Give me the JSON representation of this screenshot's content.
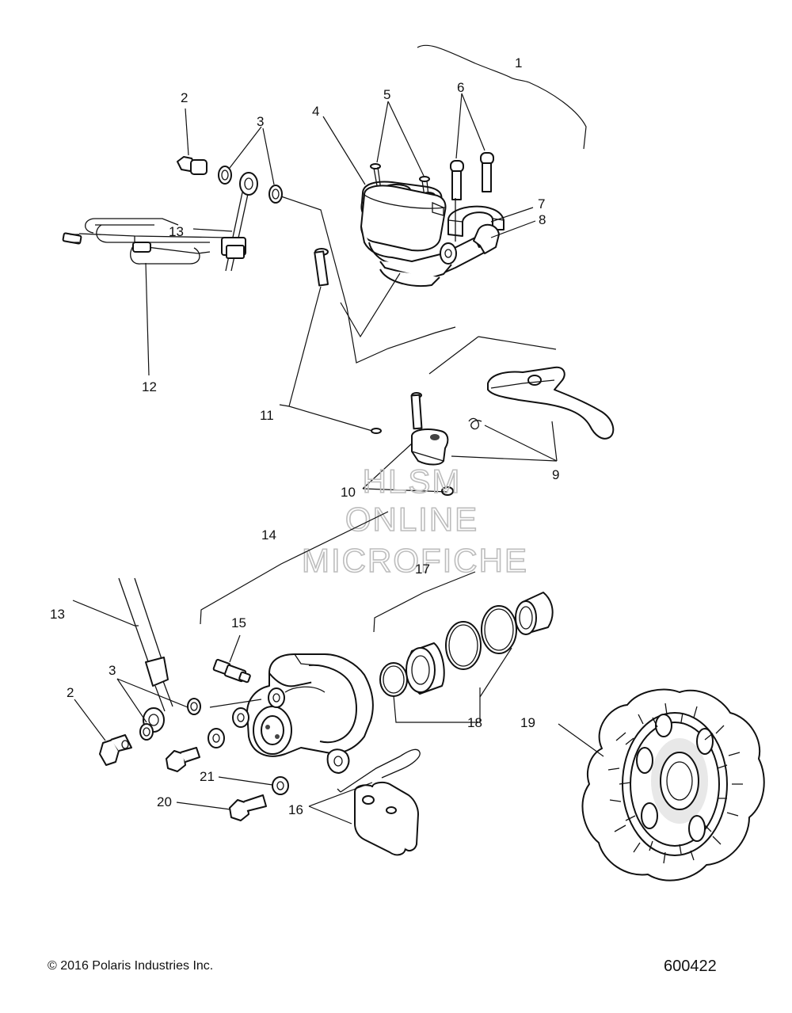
{
  "callouts": [
    "1",
    "2",
    "3",
    "4",
    "5",
    "6",
    "7",
    "8",
    "9",
    "10",
    "11",
    "12",
    "13",
    "14",
    "15",
    "16",
    "17",
    "18",
    "19",
    "20",
    "21",
    "2",
    "3",
    "13"
  ],
  "watermark": [
    "HLSM",
    "ONLINE",
    "MICROFICHE"
  ],
  "footer": {
    "copyright_symbol": "©",
    "copyright": "2016 Polaris Industries Inc.",
    "drawing_number": "600422"
  }
}
